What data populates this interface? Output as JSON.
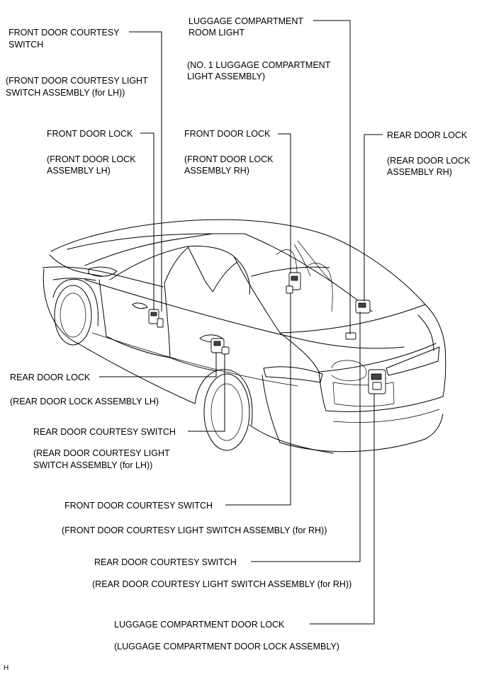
{
  "labels": {
    "front_door_courtesy_lh": {
      "name": "FRONT DOOR COURTESY",
      "name2": "SWITCH",
      "assembly": "(FRONT DOOR COURTESY LIGHT",
      "assembly2": "SWITCH ASSEMBLY (for LH))"
    },
    "luggage_room_light": {
      "name": "LUGGAGE COMPARTMENT",
      "name2": "ROOM LIGHT",
      "assembly": "(NO. 1 LUGGAGE COMPARTMENT",
      "assembly2": "LIGHT ASSEMBLY)"
    },
    "front_door_lock_lh": {
      "name": "FRONT DOOR LOCK",
      "assembly": "(FRONT DOOR LOCK",
      "assembly2": "ASSEMBLY LH)"
    },
    "front_door_lock_rh": {
      "name": "FRONT DOOR LOCK",
      "assembly": "(FRONT DOOR LOCK",
      "assembly2": "ASSEMBLY RH)"
    },
    "rear_door_lock_rh": {
      "name": "REAR DOOR LOCK",
      "assembly": "(REAR DOOR LOCK",
      "assembly2": "ASSEMBLY RH)"
    },
    "rear_door_lock_lh": {
      "name": "REAR DOOR LOCK",
      "assembly": "(REAR DOOR LOCK ASSEMBLY LH)"
    },
    "rear_door_courtesy_lh": {
      "name": "REAR DOOR COURTESY SWITCH",
      "assembly": "(REAR DOOR COURTESY LIGHT",
      "assembly2": "SWITCH ASSEMBLY (for LH))"
    },
    "front_door_courtesy_rh": {
      "name": "FRONT DOOR COURTESY SWITCH",
      "assembly": "(FRONT DOOR COURTESY LIGHT SWITCH ASSEMBLY (for RH))"
    },
    "rear_door_courtesy_rh": {
      "name": "REAR DOOR COURTESY SWITCH",
      "assembly": "(REAR DOOR COURTESY LIGHT SWITCH ASSEMBLY (for RH))"
    },
    "luggage_door_lock": {
      "name": "LUGGAGE COMPARTMENT DOOR LOCK",
      "assembly": "(LUGGAGE COMPARTMENT DOOR LOCK ASSEMBLY)"
    }
  },
  "corner_mark": "H"
}
